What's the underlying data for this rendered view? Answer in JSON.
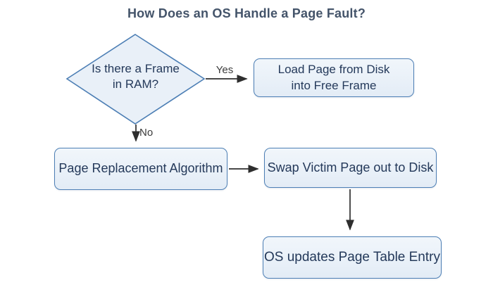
{
  "title": "How Does an OS Handle a Page Fault?",
  "decision": {
    "line1": "Is there a Frame",
    "line2": "in RAM?"
  },
  "edges": {
    "yes_label": "Yes",
    "no_label": "No"
  },
  "boxes": {
    "load_page": {
      "line1": "Load Page from Disk",
      "line2": "into Free Frame"
    },
    "page_replacement": {
      "label": "Page Replacement Algorithm"
    },
    "swap_victim": {
      "label": "Swap Victim Page out to Disk"
    },
    "os_updates": {
      "label": "OS updates Page Table Entry"
    }
  },
  "colors": {
    "node_border": "#4d7fb5",
    "node_fill": "#e9f0f8",
    "node_text": "#24395a",
    "title_text": "#44546a",
    "arrow": "#2e2e2e",
    "edge_label_text": "#3b3b3b"
  }
}
